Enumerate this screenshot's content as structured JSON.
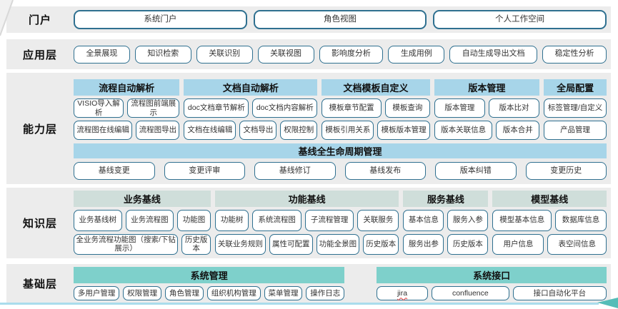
{
  "colors": {
    "band_background": "#ececec",
    "header_blue": "#a7d5e9",
    "header_sage": "#cfdeda",
    "header_teal": "#7ed0cb",
    "box_border": "#2f7090",
    "bottom_line": "#aadcec",
    "arrow_teal": "#55bdb8",
    "spellcheck_red": "#e23b3b"
  },
  "layers": [
    {
      "label": "门户",
      "buttons": [
        "系统门户",
        "角色视图",
        "个人工作空间"
      ]
    },
    {
      "label": "应用层",
      "buttons": [
        "全景展现",
        "知识检索",
        "关联识别",
        "关联视图",
        "影响度分析",
        "生成用例",
        "自动生成导出文档",
        "稳定性分析"
      ]
    },
    {
      "label": "能力层",
      "groups": [
        {
          "header": "流程自动解析",
          "rows": [
            [
              "VISIO导入解析",
              "流程图前端展示"
            ],
            [
              "流程图在线编辑",
              "流程图导出"
            ]
          ]
        },
        {
          "header": "文档自动解析",
          "rows": [
            [
              "doc文档章节解析",
              "doc文档内容解析"
            ],
            [
              "文档在线编辑",
              "文档导出",
              "权限控制"
            ]
          ]
        },
        {
          "header": "文档模板自定义",
          "rows": [
            [
              "模板章节配置",
              "模板查询"
            ],
            [
              "模板引用关系",
              "模板版本管理"
            ]
          ]
        },
        {
          "header": "版本管理",
          "rows": [
            [
              "版本管理",
              "版本比对"
            ],
            [
              "版本关联信息",
              "版本合并"
            ]
          ]
        },
        {
          "header": "全局配置",
          "rows": [
            [
              "标签管理/自定义"
            ],
            [
              "产品管理"
            ]
          ]
        }
      ],
      "baseline": {
        "header": "基线全生命周期管理",
        "buttons": [
          "基线变更",
          "变更评审",
          "基线修订",
          "基线发布",
          "版本纠错",
          "变更历史"
        ]
      }
    },
    {
      "label": "知识层",
      "groups": [
        {
          "header": "业务基线",
          "rows": [
            [
              "业务基线树",
              "业务流程图",
              "功能图"
            ],
            [
              "全业务流程功能图（搜索/下钻展示）",
              "历史版本"
            ]
          ]
        },
        {
          "header": "功能基线",
          "rows": [
            [
              "功能树",
              "系统流程图",
              "子流程管理",
              "关联服务"
            ],
            [
              "关联业务规则",
              "属性可配置",
              "功能全景图",
              "历史版本"
            ]
          ]
        },
        {
          "header": "服务基线",
          "rows": [
            [
              "基本信息",
              "服务入参"
            ],
            [
              "服务出参",
              "历史版本"
            ]
          ]
        },
        {
          "header": "模型基线",
          "rows": [
            [
              "模型基本信息",
              "数据库信息"
            ],
            [
              "用户信息",
              "表空间信息"
            ]
          ]
        }
      ]
    },
    {
      "label": "基础层",
      "groups": [
        {
          "header": "系统管理",
          "rows": [
            [
              "多用户管理",
              "权限管理",
              "角色管理",
              "组织机构管理",
              "菜单管理",
              "操作日志"
            ]
          ]
        },
        {
          "header": "系统接口",
          "rows": [
            [
              {
                "label": "jira",
                "misspelled": true
              },
              "confluence",
              "接口自动化平台"
            ]
          ]
        }
      ]
    }
  ]
}
